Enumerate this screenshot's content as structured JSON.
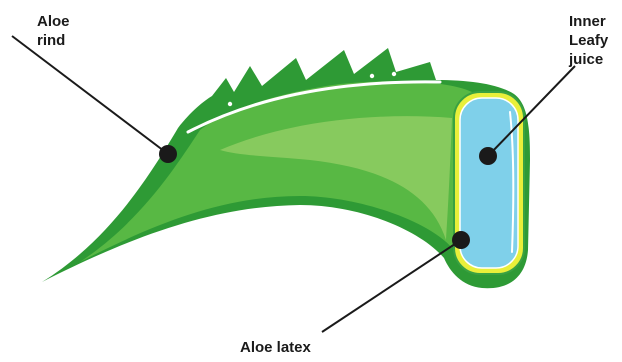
{
  "labels": {
    "aloe_rind_line1": "Aloe",
    "aloe_rind_line2": "rind",
    "inner_juice_line1": "Inner",
    "inner_juice_line2": "Leafy",
    "inner_juice_line3": "juice",
    "aloe_latex": "Aloe latex"
  },
  "colors": {
    "rind_dark": "#2e9a35",
    "leaf_mid": "#58b844",
    "leaf_light": "#8fcd63",
    "highlight": "#ffffff",
    "latex_yellow": "#e9ef3a",
    "juice_blue": "#7fd0ea",
    "pointer": "#1a1a1a"
  }
}
